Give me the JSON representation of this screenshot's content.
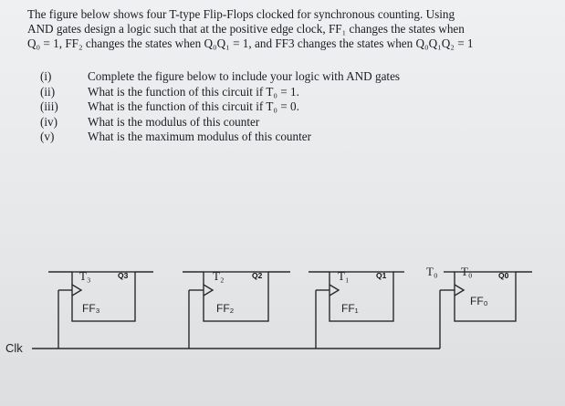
{
  "question": {
    "lines": [
      "The figure below shows four T-type Flip-Flops clocked for synchronous counting. Using",
      "AND gates design a logic such that at the positive edge clock, FF₁ changes the states when",
      "Q₀ = 1, FF₂ changes the states when Q₀Q₁ = 1, and FF3 changes the states when Q₀Q₁Q₂ = 1"
    ]
  },
  "parts": [
    {
      "num": "(i)",
      "text": "Complete the figure below to include your logic with AND gates"
    },
    {
      "num": "(ii)",
      "text": "What is the function of this circuit if T₀ = 1."
    },
    {
      "num": "(iii)",
      "text": "What is the function of this circuit if T₀ = 0."
    },
    {
      "num": "(iv)",
      "text": "What is the modulus of this counter"
    },
    {
      "num": "(v)",
      "text": "What is the maximum modulus  of this counter"
    }
  ],
  "flipflops": [
    {
      "name": "FF₃",
      "t": "T₃",
      "q": "Q3"
    },
    {
      "name": "FF₂",
      "t": "T₂",
      "q": "Q2"
    },
    {
      "name": "FF₁",
      "t": "T₁",
      "q": "Q1"
    },
    {
      "name": "FF₀",
      "t": "T₀",
      "q": "Q0"
    }
  ],
  "t0_input_label": "T₀",
  "clk_label": "Clk"
}
